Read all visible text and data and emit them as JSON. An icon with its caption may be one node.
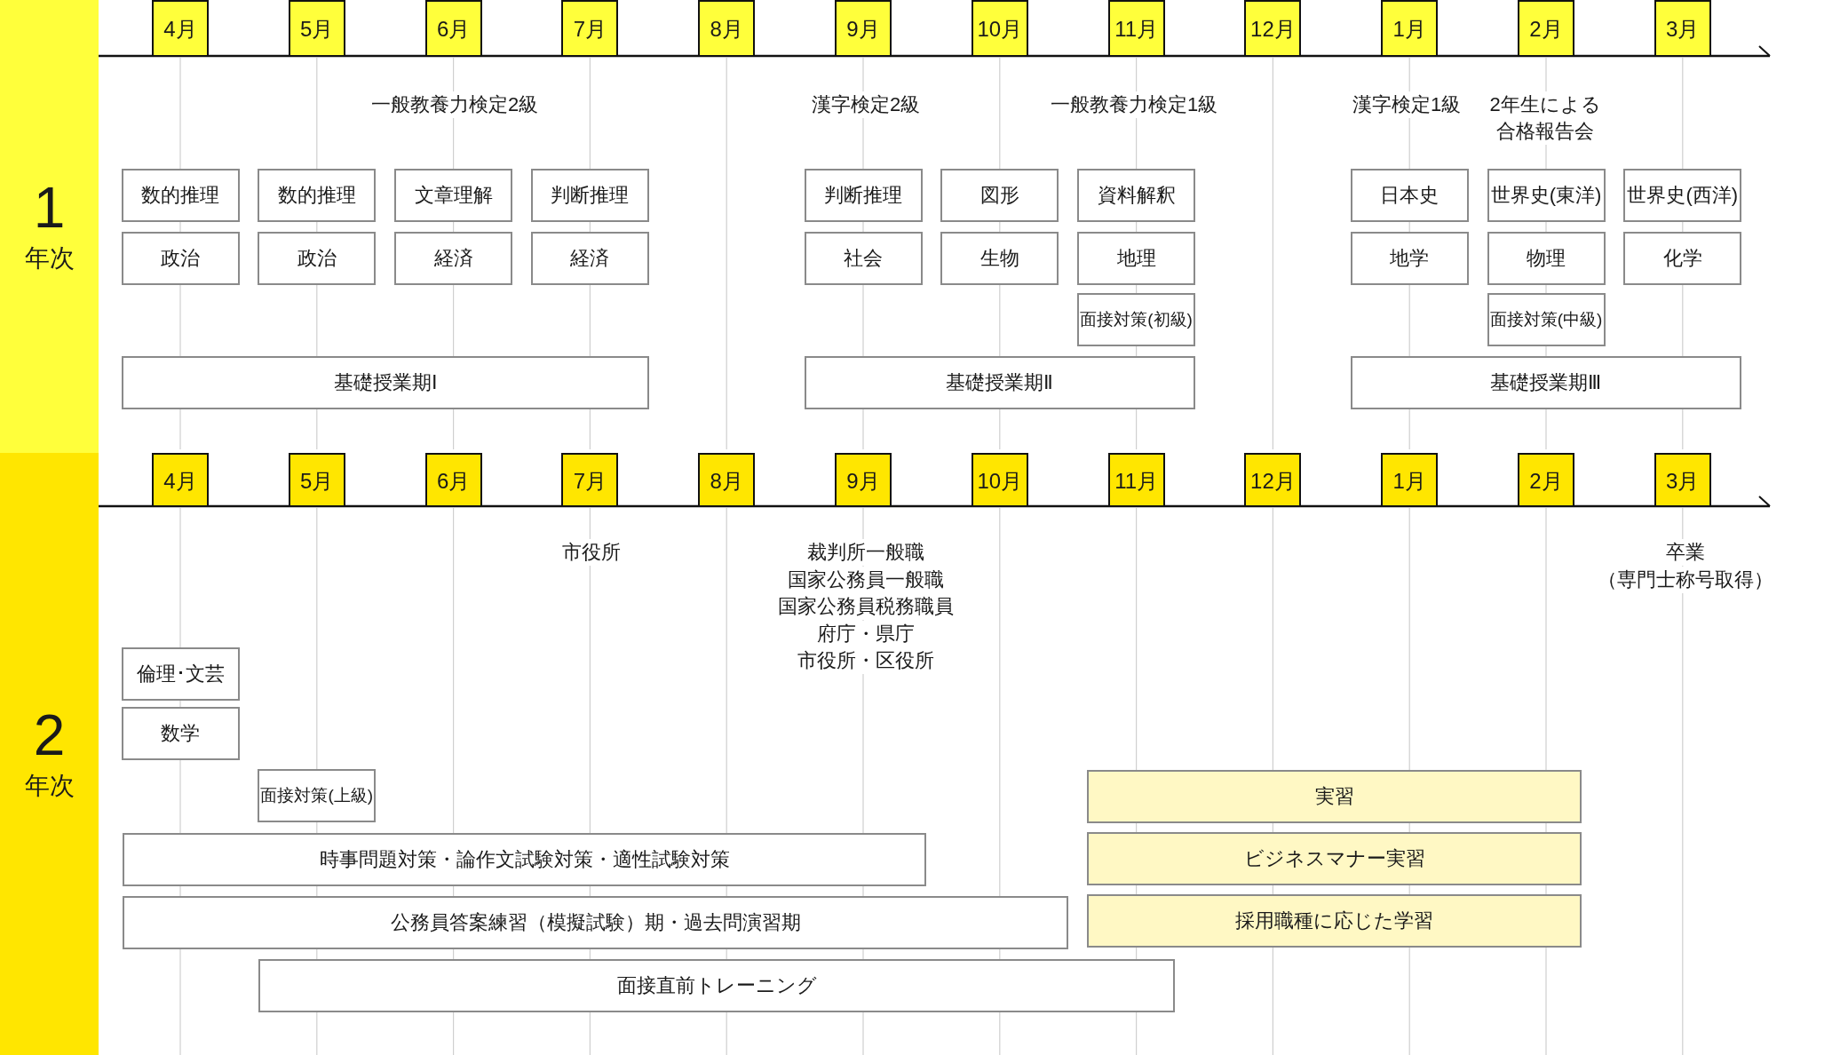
{
  "diagram": {
    "nodes": [
      {
        "text": [
          "1",
          "年次"
        ]
      },
      {
        "text": [
          "4月"
        ]
      },
      {
        "text": [
          "5月"
        ]
      },
      {
        "text": [
          "6月"
        ]
      },
      {
        "text": [
          "7月"
        ]
      },
      {
        "text": [
          "8月"
        ]
      },
      {
        "text": [
          "9月"
        ]
      },
      {
        "text": [
          "10月"
        ]
      },
      {
        "text": [
          "11月"
        ]
      },
      {
        "text": [
          "12月"
        ]
      },
      {
        "text": [
          "1月"
        ]
      },
      {
        "text": [
          "2月"
        ]
      },
      {
        "text": [
          "3月"
        ]
      },
      {
        "text": [
          "数的推理"
        ]
      },
      {
        "text": [
          "数的推理"
        ]
      },
      {
        "text": [
          "文章理解"
        ]
      },
      {
        "text": [
          "判断推理"
        ]
      },
      {
        "text": [
          "判断推理"
        ]
      },
      {
        "text": [
          "図形"
        ]
      },
      {
        "text": [
          "資料解釈"
        ]
      },
      {
        "text": [
          "日本史"
        ]
      },
      {
        "text": [
          "世界史(東洋)"
        ]
      },
      {
        "text": [
          "世界史(西洋)"
        ]
      },
      {
        "text": [
          "政治"
        ]
      },
      {
        "text": [
          "政治"
        ]
      },
      {
        "text": [
          "経済"
        ]
      },
      {
        "text": [
          "経済"
        ]
      },
      {
        "text": [
          "社会"
        ]
      },
      {
        "text": [
          "生物"
        ]
      },
      {
        "text": [
          "地理"
        ]
      },
      {
        "text": [
          "地学"
        ]
      },
      {
        "text": [
          "物理"
        ]
      },
      {
        "text": [
          "化学"
        ]
      },
      {
        "text": [
          "面接対策(初級)"
        ]
      },
      {
        "text": [
          "面接対策(中級)"
        ]
      },
      {
        "text": [
          "基礎授業期Ⅰ"
        ]
      },
      {
        "text": [
          "基礎授業期Ⅱ"
        ]
      },
      {
        "text": [
          "基礎授業期Ⅲ"
        ]
      },
      {
        "text": [
          "2",
          "年次"
        ]
      },
      {
        "text": [
          "4月"
        ]
      },
      {
        "text": [
          "5月"
        ]
      },
      {
        "text": [
          "6月"
        ]
      },
      {
        "text": [
          "7月"
        ]
      },
      {
        "text": [
          "8月"
        ]
      },
      {
        "text": [
          "9月"
        ]
      },
      {
        "text": [
          "10月"
        ]
      },
      {
        "text": [
          "11月"
        ]
      },
      {
        "text": [
          "12月"
        ]
      },
      {
        "text": [
          "1月"
        ]
      },
      {
        "text": [
          "2月"
        ]
      },
      {
        "text": [
          "3月"
        ]
      },
      {
        "text": [
          "倫理･文芸"
        ]
      },
      {
        "text": [
          "数学"
        ]
      },
      {
        "text": [
          "面接対策(上級)"
        ]
      },
      {
        "text": [
          "実習"
        ]
      },
      {
        "text": [
          "時事問題対策・論作文試験対策・適性試験対策"
        ]
      },
      {
        "text": [
          "ビジネスマナー実習"
        ]
      },
      {
        "text": [
          "公務員答案練習（模擬試験）期・過去問演習期"
        ]
      },
      {
        "text": [
          "採用職種に応じた学習"
        ]
      },
      {
        "text": [
          "面接直前トレーニング"
        ]
      }
    ],
    "labels": [
      "一般教養力検定2級",
      "漢字検定2級",
      "一般教養力検定1級",
      "漢字検定1級",
      "2年生による合格報告会",
      "市役所",
      "裁判所一般職",
      "国家公務員一般職",
      "国家公務員税務職員",
      "府庁・県庁",
      "市役所・区役所",
      "卒業",
      "（専門士称号取得）"
    ]
  }
}
